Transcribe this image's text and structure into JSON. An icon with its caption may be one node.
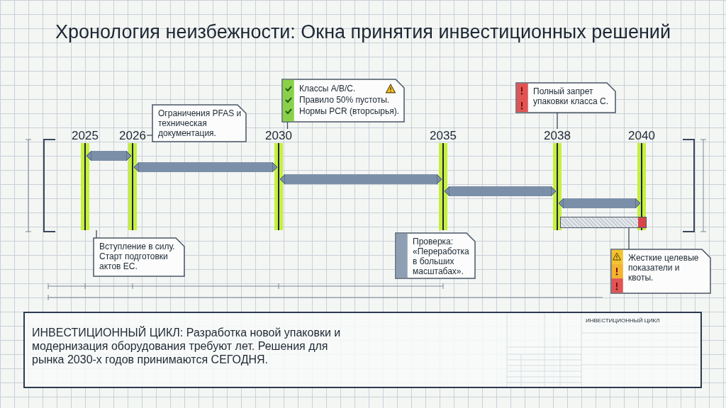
{
  "diagram": {
    "title": "Хронология неизбежности: Окна принятия инвестиционных решений",
    "nodes": [
      {
        "text": [
          "2025"
        ]
      },
      {
        "text": [
          "2026"
        ]
      },
      {
        "text": [
          "2030"
        ]
      },
      {
        "text": [
          "2035"
        ]
      },
      {
        "text": [
          "2038"
        ]
      },
      {
        "text": [
          "2040"
        ]
      },
      {
        "text": [
          "Ограничения PFAS и техническая документация."
        ]
      },
      {
        "text": [
          "Классы A/B/C.",
          "Правило 50% пустоты.",
          "Нормы PCR (вторсырья)."
        ]
      },
      {
        "text": [
          "Полный запрет упаковки класса С."
        ]
      },
      {
        "text": [
          "Вступление в силу. Старт подготовки актов ЕС."
        ]
      },
      {
        "text": [
          "Проверка: «Переработка в больших масштабах»."
        ]
      },
      {
        "text": [
          "Жесткие целевые показатели и квоты."
        ]
      },
      {
        "text": [],
        "shape": "bar"
      },
      {
        "text": [
          "ИНВЕСТИЦИОННЫЙ ЦИКЛ: Разработка новой упаковки и модернизация оборудования требуют лет. Решения для рынка 2030-х годов принимаются СЕГОДНЯ."
        ]
      }
    ],
    "edges": [
      {
        "from": 0,
        "to": 1,
        "arrow": "both",
        "style": "thick"
      },
      {
        "from": 1,
        "to": 2,
        "arrow": "both",
        "style": "thick"
      },
      {
        "from": 2,
        "to": 3,
        "arrow": "both",
        "style": "thick"
      },
      {
        "from": 3,
        "to": 4,
        "arrow": "both",
        "style": "thick"
      },
      {
        "from": 4,
        "to": 5,
        "arrow": "both",
        "style": "thick"
      },
      {
        "from": 6,
        "to": 1,
        "arrow": "none"
      },
      {
        "from": 7,
        "to": 2,
        "arrow": "none"
      },
      {
        "from": 8,
        "to": 4,
        "arrow": "none"
      },
      {
        "from": 9,
        "to": 0,
        "arrow": "none"
      },
      {
        "from": 11,
        "to": 12,
        "arrow": "none"
      }
    ],
    "labels": [
      "ИНВЕСТИЦИОННЫЙ ЦИКЛ"
    ]
  }
}
